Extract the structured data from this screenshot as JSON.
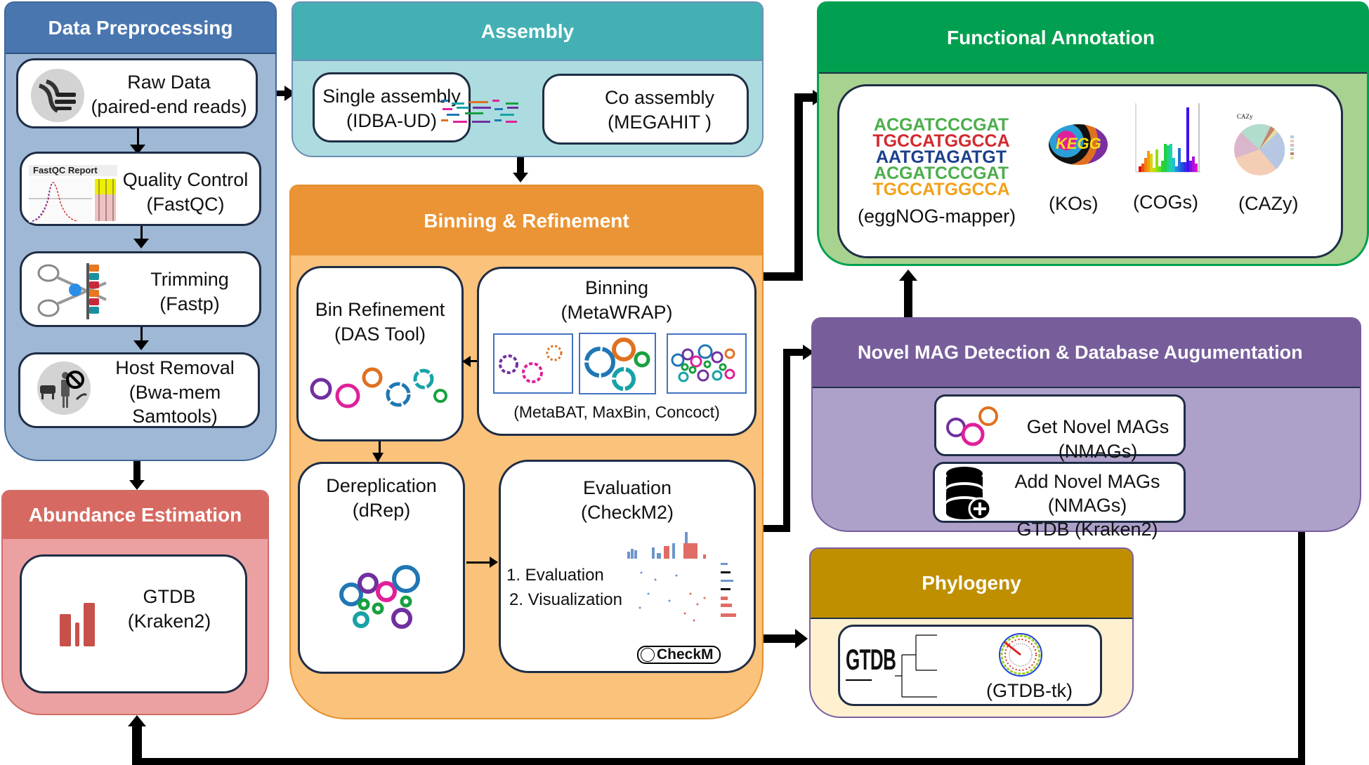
{
  "colors": {
    "preprocessing_header": "#4a76b0",
    "preprocessing_body": "#9fb8d6",
    "assembly_header": "#44b0b4",
    "assembly_body": "#acdcdf",
    "binning_header": "#ea9435",
    "binning_body": "#fbc27b",
    "functional_header": "#00a050",
    "functional_body": "#a8d290",
    "novel_header": "#775e9b",
    "novel_body": "#ada0c9",
    "phylogeny_header": "#bf8f00",
    "phylogeny_body": "#fff0d0",
    "abundance_header": "#d66a62",
    "abundance_body": "#eba1a1"
  },
  "preprocessing": {
    "title": "Data Preprocessing",
    "steps": [
      {
        "label": "Raw Data",
        "tool": "(paired-end reads)",
        "icon": "dna-reads-icon"
      },
      {
        "label": "Quality Control",
        "tool": "(FastQC)",
        "icon": "fastqc-report-icon",
        "icon_caption": "FastQC Report"
      },
      {
        "label": "Trimming",
        "tool": "(Fastp)",
        "icon": "scissors-icon"
      },
      {
        "label": "Host Removal",
        "tool": "(Bwa-mem",
        "tool2": "Samtools)",
        "icon": "host-removal-icon"
      }
    ]
  },
  "assembly": {
    "title": "Assembly",
    "single": {
      "label": "Single assembly",
      "tool": "(IDBA-UD)"
    },
    "co": {
      "label": "Co assembly",
      "tool": "(MEGAHIT )"
    }
  },
  "binning": {
    "title": "Binning & Refinement",
    "bin_refinement": {
      "label": "Bin Refinement",
      "tool": "(DAS Tool)"
    },
    "binning": {
      "label": "Binning",
      "tool": "(MetaWRAP)",
      "sub_tools": "(MetaBAT, MaxBin, Concoct)"
    },
    "dereplication": {
      "label": "Dereplication",
      "tool": "(dRep)"
    },
    "evaluation": {
      "label": "Evaluation",
      "tool": "(CheckM2)",
      "items": [
        "1. Evaluation",
        "2. Visualization"
      ],
      "logo": "CheckM"
    }
  },
  "functional": {
    "title": "Functional Annotation",
    "dna_lines": [
      "ACGATCCCGAT",
      "TGCCATGGCCA",
      "AATGTAGATGT",
      "ACGATCCCGAT",
      "TGCCATGGCCA"
    ],
    "tools": [
      {
        "label": "(eggNOG-mapper)",
        "icon": "sequence-logo-icon"
      },
      {
        "label": "(KOs)",
        "icon": "kegg-logo-icon",
        "logo_text": "KEGG"
      },
      {
        "label": "(COGs)",
        "icon": "cog-bar-chart-icon"
      },
      {
        "label": "(CAZy)",
        "icon": "cazy-pie-chart-icon",
        "chart_title": "CAZy"
      }
    ]
  },
  "novel": {
    "title": "Novel MAG Detection & Database Augumentation",
    "get": "Get Novel MAGs (NMAGs)",
    "add_line1": "Add Novel MAGs (NMAGs)",
    "add_line2": "GTDB (Kraken2)"
  },
  "phylogeny": {
    "title": "Phylogeny",
    "logo": "GTDB",
    "tool": "(GTDB-tk)"
  },
  "abundance": {
    "title": "Abundance Estimation",
    "label": "GTDB",
    "tool": "(Kraken2)"
  }
}
